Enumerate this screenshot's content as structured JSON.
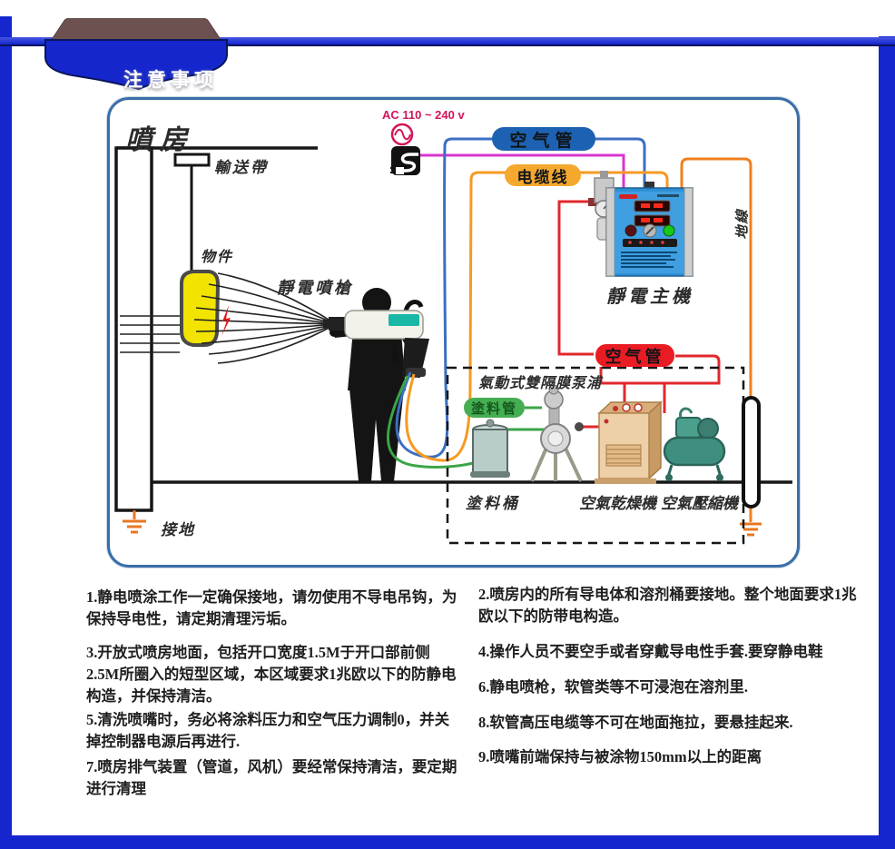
{
  "header": {
    "badge": "注意事项"
  },
  "diagram": {
    "booth": "噴房",
    "conveyor": "輸送帶",
    "object": "物件",
    "gun": "靜電噴槍",
    "ac_power": "AC 110 ~ 240 v",
    "air_pipe_blue": "空气管",
    "cable": "电缆线",
    "air_pipe_red": "空气管",
    "main_unit": "靜電主機",
    "ground_wire": "地線",
    "pump": "氣動式雙隔膜泵浦",
    "paint_pipe": "塗料管",
    "paint_bucket": "塗料桶",
    "air_dryer": "空氣乾燥機",
    "air_compressor": "空氣壓縮機",
    "ground": "接地"
  },
  "notes": {
    "left": [
      "1.静电喷涂工作一定确保接地，请勿使用不导电吊钩，为保持导电性，请定期清理污垢。",
      "3.开放式喷房地面，包括开口宽度1.5M于开口部前侧2.5M所圈入的短型区域，本区域要求1兆欧以下的防静电构造，并保持清洁。",
      "5.清洗喷嘴时，务必将涂料压力和空气压力调制0，并关掉控制器电源后再进行.",
      "7.喷房排气装置（管道，风机）要经常保持清洁，要定期进行清理"
    ],
    "right": [
      "2.喷房内的所有导电体和溶剂桶要接地。整个地面要求1兆欧以下的防带电构造。",
      "4.操作人员不要空手或者穿戴导电性手套.要穿静电鞋",
      "6.静电喷枪，软管类等不可浸泡在溶剂里.",
      "8.软管高压电缆等不可在地面拖拉，要悬挂起来.",
      "9.喷嘴前端保持与被涂物150mm以上的距离"
    ]
  },
  "colors": {
    "frame_blue": "#1526cf",
    "panel_border": "#3a6ea8",
    "pill_blue": "#1d62b2",
    "pill_orange": "#f4a82e",
    "pill_red": "#ea1c23",
    "pill_green": "#45ad52",
    "wire_blue": "#3c6fc0",
    "wire_orange": "#f59a23",
    "wire_green": "#3aa646",
    "wire_red": "#e0282d",
    "wire_magenta": "#d835d0",
    "ac_pink": "#d4145a",
    "ground_orange": "#e87722",
    "object_yellow": "#f2e400"
  }
}
